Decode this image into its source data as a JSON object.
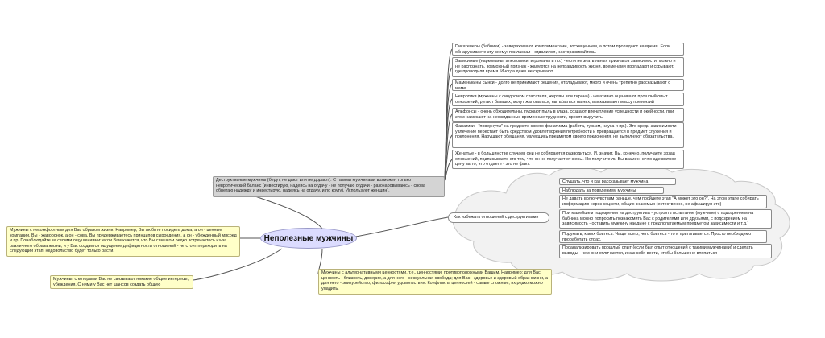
{
  "central": {
    "title": "Неполезные мужчины"
  },
  "branch_destructive": {
    "text": "Деструктивные мужчины (берут, не дают или не додают). С такими мужчинами возможен только невротический баланс (инвестирую, надеясь на отдачу - не получаю отдачи - разочаровываюсь - снова обретаю надежду и инвестирую, надеясь на отдачу, и по кругу). Используют женщин).",
    "children": [
      {
        "text": "Писателеры (бабники) - завораживают комплиментами, восхищением, а потом пропадают на время. Если обнаруживаете эту схему: приласкал - отдалился, настораживайтесь."
      },
      {
        "text": "Зависимые (наркоманы, алкоголики, игроманы и пр.) - если не знать явных признаков зависимости, можно и не распознать, возможный признак - жалуются на неправдивость жизни, временами пропадают и скрывают, где проводили время. Иногда даже не скрывают."
      },
      {
        "text": "Маменькины сынки - долго не принимают решения, откладывают, много и очень трепетно рассказывают о маме"
      },
      {
        "text": "Невротики (мужчины с синдромом спасателя, жертвы или тирана) - негативно оценивают прошлый опыт отношений, ругают бывших, могут жаловаться, ныть/заться на них, высказывают массу претензий"
      },
      {
        "text": "Альфонсы - очень обходительны, пускают пыль в глаза, создают впечатление успешности и окейности, при этом намекают на неожиданные временные трудности, просят выручить"
      },
      {
        "text": "Фанатики - \"повернуты\" на предмете своего фанатизма (работа, туризм, наука и пр.). Это среди зависимости - увлечение перестает быть средством удовлетворения потребности и превращается в предмет служения и поклонения. Нарушают обещания, увлекшись предметом своего поклонения, не выполняют обязательства."
      },
      {
        "text": "Женатые - в большинстве случаев они не собираются разводиться. И, значит, Вы, конечно, получаете эрзац отношений, подписываете его тем, что он не получает от жены. Но получите ли Вы взамен нечто адекватное цену за то, что отдаете - это не факт."
      }
    ]
  },
  "branch_avoid": {
    "text": "Как избежать отношений с деструктивами",
    "children": [
      {
        "text": "Слушать, что и как рассказывает мужчина"
      },
      {
        "text": "Наблюдать за поведением мужчины"
      },
      {
        "text": "Не давать волю чувствам раньше, чем пройдете этап \"А может это он?\". На этом этапе собирать информацию через соцсети, общих знакомых (естественно, не афишируя это)"
      },
      {
        "text": "При малейшем подозрении на деструктива - устроить испытание (мужчине) с подозрением на бабника можно попросить познакомить Вас с родителями или друзьями, с подозрением на зависимость - оставить мужчину наедине с предполагаемым предметом зависимости и т.д.)"
      },
      {
        "text": "Подумать, каких боитесь. Чаще всего, чего боитесь - то и притягивается. Просто необходимо проработать страх."
      },
      {
        "text": "Проанализировать прошлый опыт (если был опыт отношений с такими мужчинами) и сделать выводы - чем они отличаются, и как себя вести, чтобы больше не вляпаться"
      }
    ]
  },
  "node_discomfort": {
    "text": "Мужчины с некомфортным для Вас образом жизни. Например, Вы любите посидеть дома, а он - ценные компании, Вы - жаворонок, а он - сова, Вы придерживаетесь принципов сыроедения, а он - убежденный мясоед и пр. Понаблюдайте за своими ощущениями: если Вам кажется, что Вы слишком редко встречаетесь из-за различного образа жизни, и у Вас создается ощущение дефицитности отношений - не стоит переходить на следующий этап, недовольство будет только расти."
  },
  "node_interests": {
    "text": "Мужчины, с которыми Вас не связывают никакие общие интересы, убеждения. С ними у Вас нет шансов создать общую эмоциональную историю."
  },
  "node_values": {
    "text": "Мужчины с альтернативными ценностями, т.е., ценностями, противоположными Вашим. Например: для Вас ценность - близость, доверие, а для него - сексуальная свобода; для Вас - здоровье и здоровый образ жизни, а для него - эпикурейство, философия удовольствия. Конфликты ценностей - самые сложные, их редко можно уладить."
  }
}
